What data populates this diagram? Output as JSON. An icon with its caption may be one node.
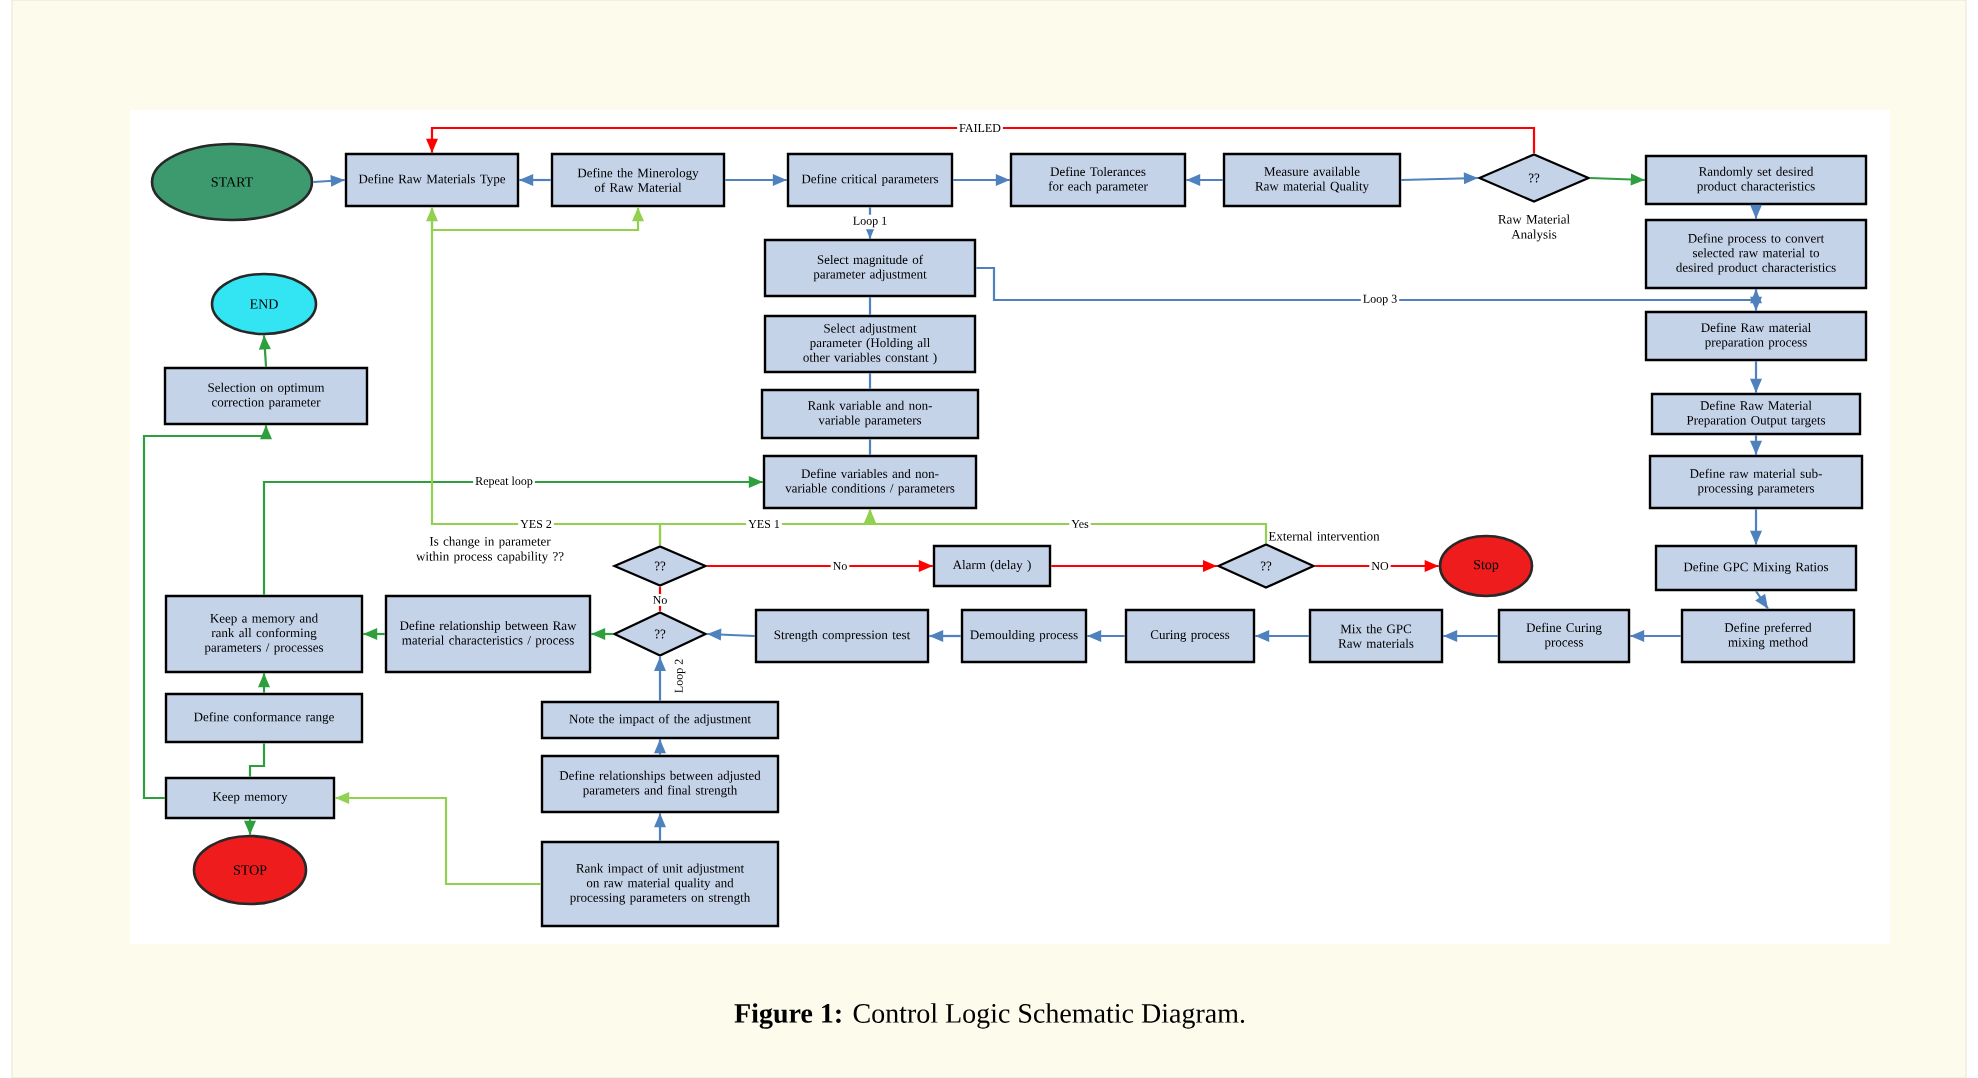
{
  "diagram": {
    "caption": "**Figure 1:** Control Logic Schematic Diagram.",
    "nodes": [
      {
        "text": [
          "START"
        ]
      },
      {
        "text": [
          "Define Raw Materials Type"
        ]
      },
      {
        "text": [
          "Define the Minerology of Raw Material"
        ]
      },
      {
        "text": [
          "Define critical parameters"
        ]
      },
      {
        "text": [
          "Define Tolerances for each parameter"
        ]
      },
      {
        "text": [
          "Measure available Raw material Quality"
        ]
      },
      {
        "text": [
          "??"
        ],
        "beside": [
          "Raw Material Analysis"
        ]
      },
      {
        "text": [
          "Randomly set desired product characteristics"
        ]
      },
      {
        "text": [
          "Define process to convert selected raw material to desired product characteristics"
        ]
      },
      {
        "text": [
          "Define Raw material preparation process"
        ]
      },
      {
        "text": [
          "Define Raw Material Preparation Output targets"
        ]
      },
      {
        "text": [
          "Define raw material sub-processing parameters"
        ]
      },
      {
        "text": [
          "Define GPC Mixing Ratios"
        ]
      },
      {
        "text": [
          "Define preferred mixing method"
        ]
      },
      {
        "text": [
          "Define Curing process"
        ]
      },
      {
        "text": [
          "Mix the GPC Raw materials"
        ]
      },
      {
        "text": [
          "Curing process"
        ]
      },
      {
        "text": [
          "Demoulding process"
        ]
      },
      {
        "text": [
          "Strength compression test"
        ]
      },
      {
        "text": [
          "??"
        ]
      },
      {
        "text": [
          "??"
        ]
      },
      {
        "text": [
          "Alarm (delay )"
        ]
      },
      {
        "text": [
          "??"
        ],
        "beside": [
          "External intervention"
        ]
      },
      {
        "text": [
          "Stop"
        ]
      },
      {
        "text": [
          "Select magnitude of parameter adjustment"
        ]
      },
      {
        "text": [
          "Select adjustment parameter (Holding all other variables constant )"
        ]
      },
      {
        "text": [
          "Rank variable and non- variable parameters"
        ]
      },
      {
        "text": [
          "Define variables and non-variable conditions / parameters"
        ]
      },
      {
        "text": [
          "Define relationship between Raw material characteristics / process"
        ]
      },
      {
        "text": [
          "Keep a memory and rank all conforming parameters / processes"
        ]
      },
      {
        "text": [
          "Define conformance range"
        ]
      },
      {
        "text": [
          "Keep memory"
        ]
      },
      {
        "text": [
          "STOP"
        ]
      },
      {
        "text": [
          "END"
        ]
      },
      {
        "text": [
          "Selection on optimum correction parameter"
        ]
      },
      {
        "text": [
          "Note the impact of the adjustment"
        ]
      },
      {
        "text": [
          "Define relationships between adjusted parameters and final strength"
        ]
      },
      {
        "text": [
          "Rank impact of unit adjustment on raw material quality and processing parameters on strength"
        ]
      }
    ],
    "edges": [
      {
        "from": 0,
        "to": 1,
        "arrow": "to"
      },
      {
        "from": 2,
        "to": 1,
        "arrow": "to"
      },
      {
        "from": 2,
        "to": 3,
        "arrow": "to"
      },
      {
        "from": 3,
        "to": 4,
        "arrow": "to"
      },
      {
        "from": 5,
        "to": 4,
        "arrow": "to"
      },
      {
        "from": 5,
        "to": 6,
        "arrow": "to"
      },
      {
        "from": 6,
        "to": 7,
        "arrow": "to",
        "color": "#2e9e3e"
      },
      {
        "from": 6,
        "to": 1,
        "arrow": "to",
        "label": "FAILED",
        "color": "#ff0000"
      },
      {
        "from": 1,
        "to": 2,
        "arrow": "to",
        "color": "#92d050"
      },
      {
        "from": 7,
        "to": 8,
        "arrow": "to"
      },
      {
        "from": 8,
        "to": 9,
        "arrow": "to"
      },
      {
        "from": 9,
        "to": 10,
        "arrow": "to"
      },
      {
        "from": 10,
        "to": 11,
        "arrow": "to"
      },
      {
        "from": 11,
        "to": 12,
        "arrow": "to"
      },
      {
        "from": 12,
        "to": 13,
        "arrow": "to"
      },
      {
        "from": 13,
        "to": 14,
        "arrow": "to"
      },
      {
        "from": 14,
        "to": 15,
        "arrow": "to"
      },
      {
        "from": 15,
        "to": 16,
        "arrow": "to"
      },
      {
        "from": 16,
        "to": 17,
        "arrow": "to"
      },
      {
        "from": 17,
        "to": 18,
        "arrow": "to"
      },
      {
        "from": 18,
        "to": 19,
        "arrow": "to"
      },
      {
        "from": 3,
        "to": 24,
        "arrow": "to",
        "label": "Loop 1"
      },
      {
        "from": 24,
        "to": 8,
        "arrow": "to",
        "label": "Loop 3"
      },
      {
        "from": 24,
        "to": 25,
        "arrow": "none"
      },
      {
        "from": 25,
        "to": 26,
        "arrow": "none"
      },
      {
        "from": 26,
        "to": 27,
        "arrow": "none"
      },
      {
        "from": 19,
        "to": 28,
        "arrow": "to",
        "color": "#2e9e3e"
      },
      {
        "from": 28,
        "to": 29,
        "arrow": "to",
        "color": "#2e9e3e"
      },
      {
        "from": 30,
        "to": 29,
        "arrow": "to",
        "color": "#2e9e3e"
      },
      {
        "from": 31,
        "to": 30,
        "arrow": "none",
        "color": "#2e9e3e"
      },
      {
        "from": 31,
        "to": 32,
        "arrow": "to",
        "color": "#2e9e3e"
      },
      {
        "from": 31,
        "to": 34,
        "arrow": "to",
        "color": "#2e9e3e"
      },
      {
        "from": 34,
        "to": 33,
        "arrow": "to",
        "color": "#2e9e3e"
      },
      {
        "from": 29,
        "to": 27,
        "arrow": "to",
        "label": "Repeat loop",
        "color": "#2e9e3e"
      },
      {
        "from": 19,
        "to": 20,
        "arrow": "none",
        "label": "No",
        "color": "#ff0000"
      },
      {
        "from": 20,
        "to": 21,
        "arrow": "to",
        "label": "No",
        "color": "#ff0000"
      },
      {
        "from": 21,
        "to": 22,
        "arrow": "to",
        "color": "#ff0000"
      },
      {
        "from": 22,
        "to": 23,
        "arrow": "to",
        "label": "NO",
        "color": "#ff0000"
      },
      {
        "from": 22,
        "to": 27,
        "arrow": "to",
        "label": "Yes",
        "color": "#92d050"
      },
      {
        "from": 20,
        "to": 27,
        "arrow": "to",
        "label": "YES 1",
        "color": "#92d050"
      },
      {
        "from": 20,
        "to": 1,
        "arrow": "to",
        "label": "YES 2",
        "color": "#92d050"
      },
      {
        "from": 35,
        "to": 19,
        "arrow": "to",
        "label": "Loop 2"
      },
      {
        "from": 36,
        "to": 35,
        "arrow": "to"
      },
      {
        "from": 37,
        "to": 36,
        "arrow": "to"
      },
      {
        "from": 37,
        "to": 31,
        "arrow": "to",
        "color": "#92d050"
      }
    ],
    "labels": [
      "Is change in parameter within process capability ??"
    ]
  }
}
